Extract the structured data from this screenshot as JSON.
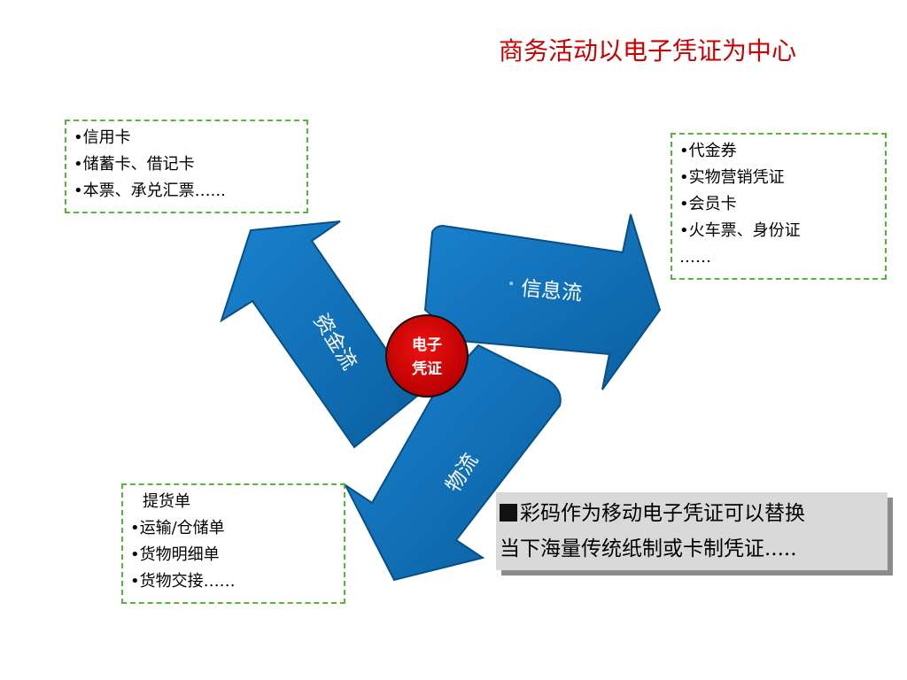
{
  "title": "商务活动以电子凭证为中心",
  "colors": {
    "title": "#cc0000",
    "arrow": "#0a6cb5",
    "arrow_stroke": "#074f86",
    "center": "#d90000",
    "box_border": "#55b63a",
    "note_bg": "#d9d9d9"
  },
  "center_label": {
    "line1": "电子",
    "line2": "凭证"
  },
  "arrows": {
    "capital": {
      "label": "资金流"
    },
    "information": {
      "label": "信息流"
    },
    "logistics": {
      "label": "物流"
    }
  },
  "boxes": {
    "money": {
      "lines": [
        "•信用卡",
        "•储蓄卡、借记卡",
        "•本票、承兑汇票…..."
      ]
    },
    "info": {
      "lines": [
        "•代金券",
        "•实物营销凭证",
        "•会员卡",
        "•火车票、身份证",
        "……"
      ]
    },
    "goods": {
      "lines": [
        "提货单",
        "•运输/仓储单",
        "•货物明细单",
        "•货物交接……"
      ]
    }
  },
  "note": {
    "line1": "彩码作为移动电子凭证可以替换",
    "line2": "当下海量传统纸制或卡制凭证....."
  }
}
